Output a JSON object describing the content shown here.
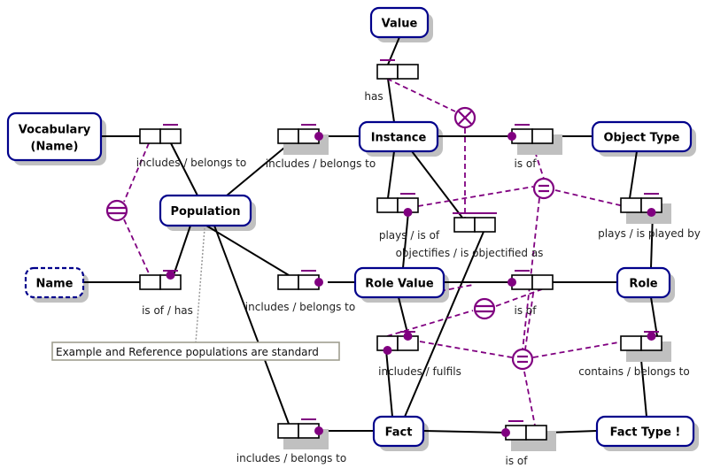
{
  "diagram": {
    "type": "ORM fact-based model",
    "colors": {
      "entity_border": "#00008b",
      "constraint": "#800080",
      "shadow": "#c0c0c0",
      "line": "#000000",
      "note_border": "#a09e90"
    },
    "entities": [
      {
        "id": "value",
        "label": "Value",
        "dashed": false
      },
      {
        "id": "vocabulary",
        "label": "Vocabulary",
        "label2": "(Name)",
        "dashed": false
      },
      {
        "id": "instance",
        "label": "Instance",
        "dashed": false
      },
      {
        "id": "object-type",
        "label": "Object Type",
        "dashed": false
      },
      {
        "id": "population",
        "label": "Population",
        "dashed": false
      },
      {
        "id": "name",
        "label": "Name",
        "dashed": true
      },
      {
        "id": "role-value",
        "label": "Role Value",
        "dashed": false
      },
      {
        "id": "role",
        "label": "Role",
        "dashed": false
      },
      {
        "id": "fact",
        "label": "Fact",
        "dashed": false
      },
      {
        "id": "fact-type",
        "label": "Fact Type !",
        "dashed": false
      }
    ],
    "fact_types": [
      {
        "id": "vocab-pop",
        "reading": "includes / belongs to"
      },
      {
        "id": "pop-instance",
        "reading": "includes / belongs to"
      },
      {
        "id": "value-instance",
        "reading": "has"
      },
      {
        "id": "instance-objtype",
        "reading": "is of"
      },
      {
        "id": "instance-rolevalue",
        "reading": "plays / is of"
      },
      {
        "id": "fact-instance",
        "reading": "objectifies / is objectified as"
      },
      {
        "id": "objtype-role",
        "reading": "plays / is played by"
      },
      {
        "id": "name-pop",
        "reading": "is of / has"
      },
      {
        "id": "pop-rolevalue",
        "reading": "includes / belongs to"
      },
      {
        "id": "rolevalue-role",
        "reading": "is of"
      },
      {
        "id": "rolevalue-fact",
        "reading": "includes / fulfils"
      },
      {
        "id": "role-facttype",
        "reading": "contains / belongs to"
      },
      {
        "id": "pop-fact",
        "reading": "includes / belongs to"
      },
      {
        "id": "fact-facttype",
        "reading": "is of"
      }
    ],
    "constraints": [
      {
        "id": "equality-vocab",
        "kind": "equality"
      },
      {
        "id": "exclusion-value",
        "kind": "exclusion"
      },
      {
        "id": "subset-instance",
        "kind": "subset"
      },
      {
        "id": "equality-rolevalue",
        "kind": "equality"
      },
      {
        "id": "subset-fact",
        "kind": "subset"
      }
    ],
    "note": "Example and Reference populations are standard"
  }
}
